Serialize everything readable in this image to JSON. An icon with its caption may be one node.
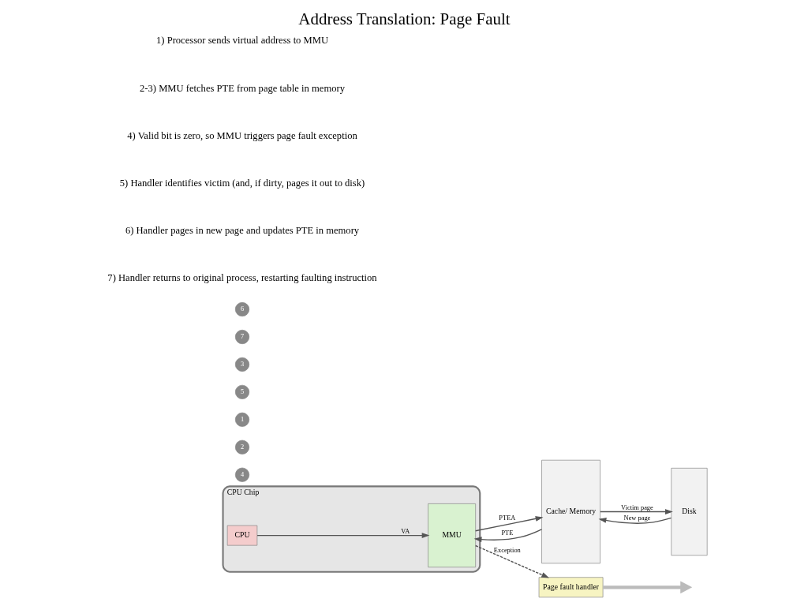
{
  "diagram": {
    "title": "Address Translation: Page Fault",
    "nodes": [
      {
        "text": [
          "CPU Chip"
        ]
      },
      {
        "text": [
          "CPU"
        ],
        "in": 0
      },
      {
        "text": [
          "MMU"
        ],
        "in": 0
      },
      {
        "text": [
          "Cache/ Memory"
        ]
      },
      {
        "text": [
          "Disk"
        ]
      },
      {
        "text": [
          "Page fault handler"
        ]
      }
    ],
    "edges": [
      {
        "from": 1,
        "to": 2,
        "arrow": "to",
        "label": "VA"
      },
      {
        "from": 2,
        "to": 3,
        "arrow": "to",
        "label": "PTEA"
      },
      {
        "from": 3,
        "to": 2,
        "arrow": "to",
        "label": "PTE"
      },
      {
        "from": 2,
        "to": 5,
        "arrow": "to",
        "label": "Exception",
        "style": "dashed"
      },
      {
        "from": 3,
        "to": 4,
        "arrow": "to",
        "label": "Victim page"
      },
      {
        "from": 4,
        "to": 3,
        "arrow": "to",
        "label": "New page"
      },
      {
        "from": 5,
        "to": null,
        "arrow": "to",
        "style": "thick",
        "color": "#bbbbbb"
      }
    ],
    "labels": [
      "4",
      "2",
      "1",
      "5",
      "3",
      "7",
      "6",
      "1) Processor sends virtual address to MMU",
      "2-3) MMU fetches PTE from page table in memory",
      "4) Valid bit is zero, so MMU triggers page fault exception",
      "5) Handler identifies victim (and, if dirty, pages it out to disk)",
      "6) Handler pages in new page and updates PTE in memory",
      "7) Handler returns to original process, restarting faulting instruction"
    ]
  }
}
